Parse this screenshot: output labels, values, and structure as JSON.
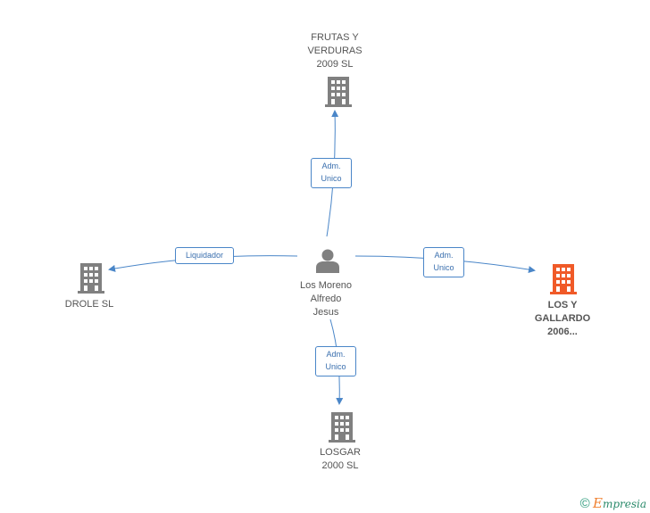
{
  "center": {
    "label": "Los Moreno\nAlfredo\nJesus"
  },
  "nodes": {
    "top": {
      "label": "FRUTAS Y\nVERDURAS\n2009 SL"
    },
    "left": {
      "label": "DROLE SL"
    },
    "right": {
      "label": "LOS Y\nGALLARDO\n2006..."
    },
    "bottom": {
      "label": "LOSGAR\n2000 SL"
    }
  },
  "edges": {
    "top": {
      "label": "Adm.\nUnico"
    },
    "left": {
      "label": "Liquidador"
    },
    "right": {
      "label": "Adm.\nUnico"
    },
    "bottom": {
      "label": "Adm.\nUnico"
    }
  },
  "colors": {
    "edge": "#4a86c8",
    "building": "#808080",
    "building_highlight": "#f05a28",
    "person": "#808080"
  },
  "footer": {
    "copyright": "©",
    "brand_e": "E",
    "brand_rest": "mpresia"
  }
}
